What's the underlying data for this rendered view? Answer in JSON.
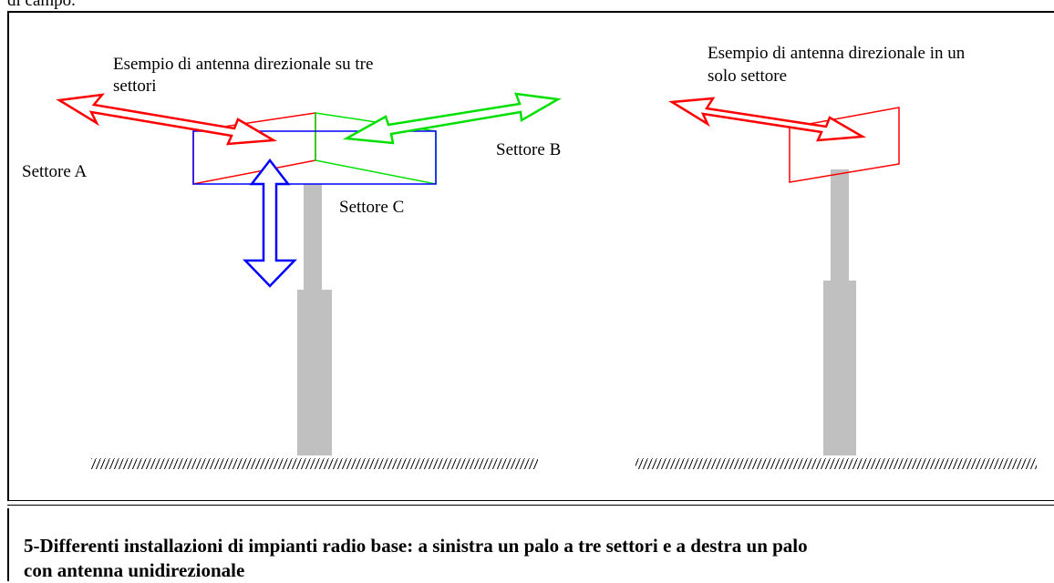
{
  "header_fragment": "di campo.",
  "labels": {
    "left_title_line1": "Esempio di antenna direzionale su tre",
    "left_title_line2": "settori",
    "right_title_line1": "Esempio di antenna direzionale in un",
    "right_title_line2": "solo settore",
    "sector_a": "Settore A",
    "sector_b": "Settore B",
    "sector_c": "Settore C"
  },
  "caption": {
    "line1": "5-Differenti installazioni di impianti radio base: a sinistra un palo a tre settori e a destra un palo",
    "line2": "con antenna unidirezionale"
  },
  "colors": {
    "sector_a": "#ff0000",
    "sector_b": "#00ee00",
    "sector_c": "#0000ff",
    "pole": "#c0c0c0",
    "ground": "#000000"
  }
}
